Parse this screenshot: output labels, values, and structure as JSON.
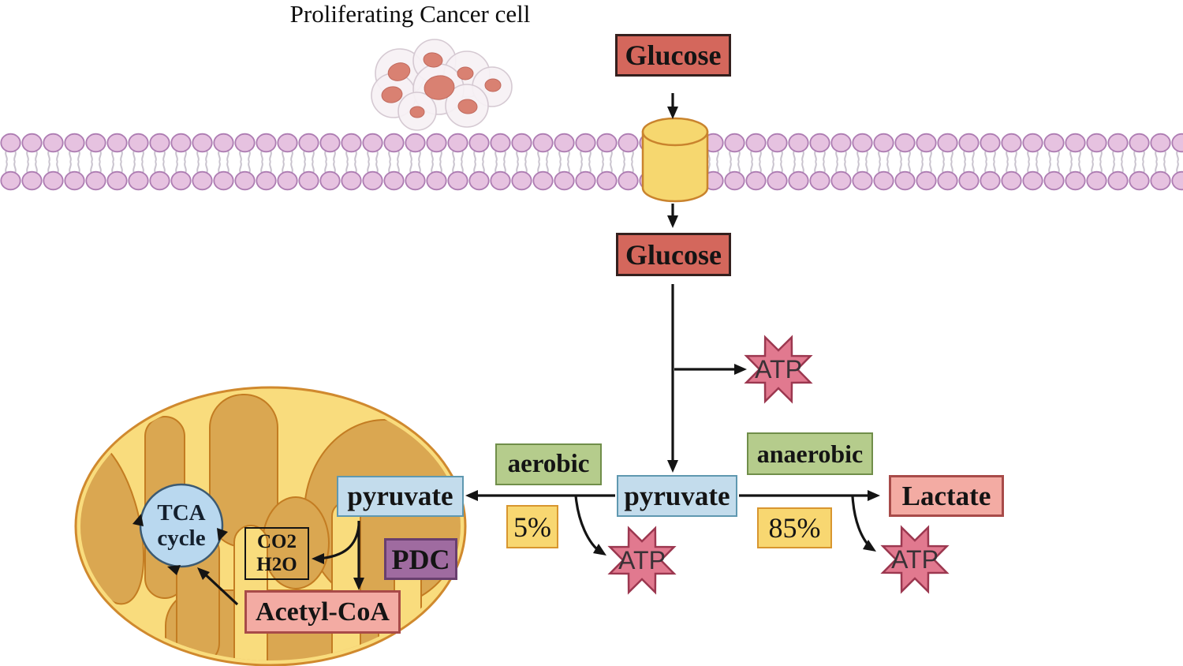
{
  "title": "Proliferating Cancer cell",
  "labels": {
    "glucose_top": "Glucose",
    "glucose_in": "Glucose",
    "pyruvate_center": "pyruvate",
    "pyruvate_mito": "pyruvate",
    "aerobic": "aerobic",
    "aerobic_pct": "5%",
    "anaerobic": "anaerobic",
    "anaerobic_pct": "85%",
    "lactate": "Lactate",
    "acetyl_coa": "Acetyl-CoA",
    "pdc": "PDC",
    "co2": "CO2",
    "h2o": "H2O",
    "tca_line1": "TCA",
    "tca_line2": "cycle",
    "atp": "ATP"
  },
  "icons": {
    "cancer_cells": "cancer-cell-cluster",
    "membrane": "lipid-bilayer-membrane",
    "transporter": "glucose-transporter-channel",
    "mitochondrion": "mitochondrion",
    "atp_burst": "atp-starburst",
    "tca_cycle": "tca-cycle-circle"
  },
  "colors": {
    "box_red": "#d4675c",
    "box_green": "#b5cc8c",
    "box_yellow": "#f8d771",
    "box_blue": "#c3dcec",
    "box_salmon": "#f3aba3",
    "box_purple": "#9f6ba0",
    "atp_star": "#e1798f",
    "membrane_head": "#e6c2e0",
    "transporter_fill": "#f6d76f",
    "mitochondrion_outer": "#f9dc7d",
    "mitochondrion_cristae": "#daa751",
    "tca_circle": "#b9d8ef",
    "arrow": "#141414"
  }
}
